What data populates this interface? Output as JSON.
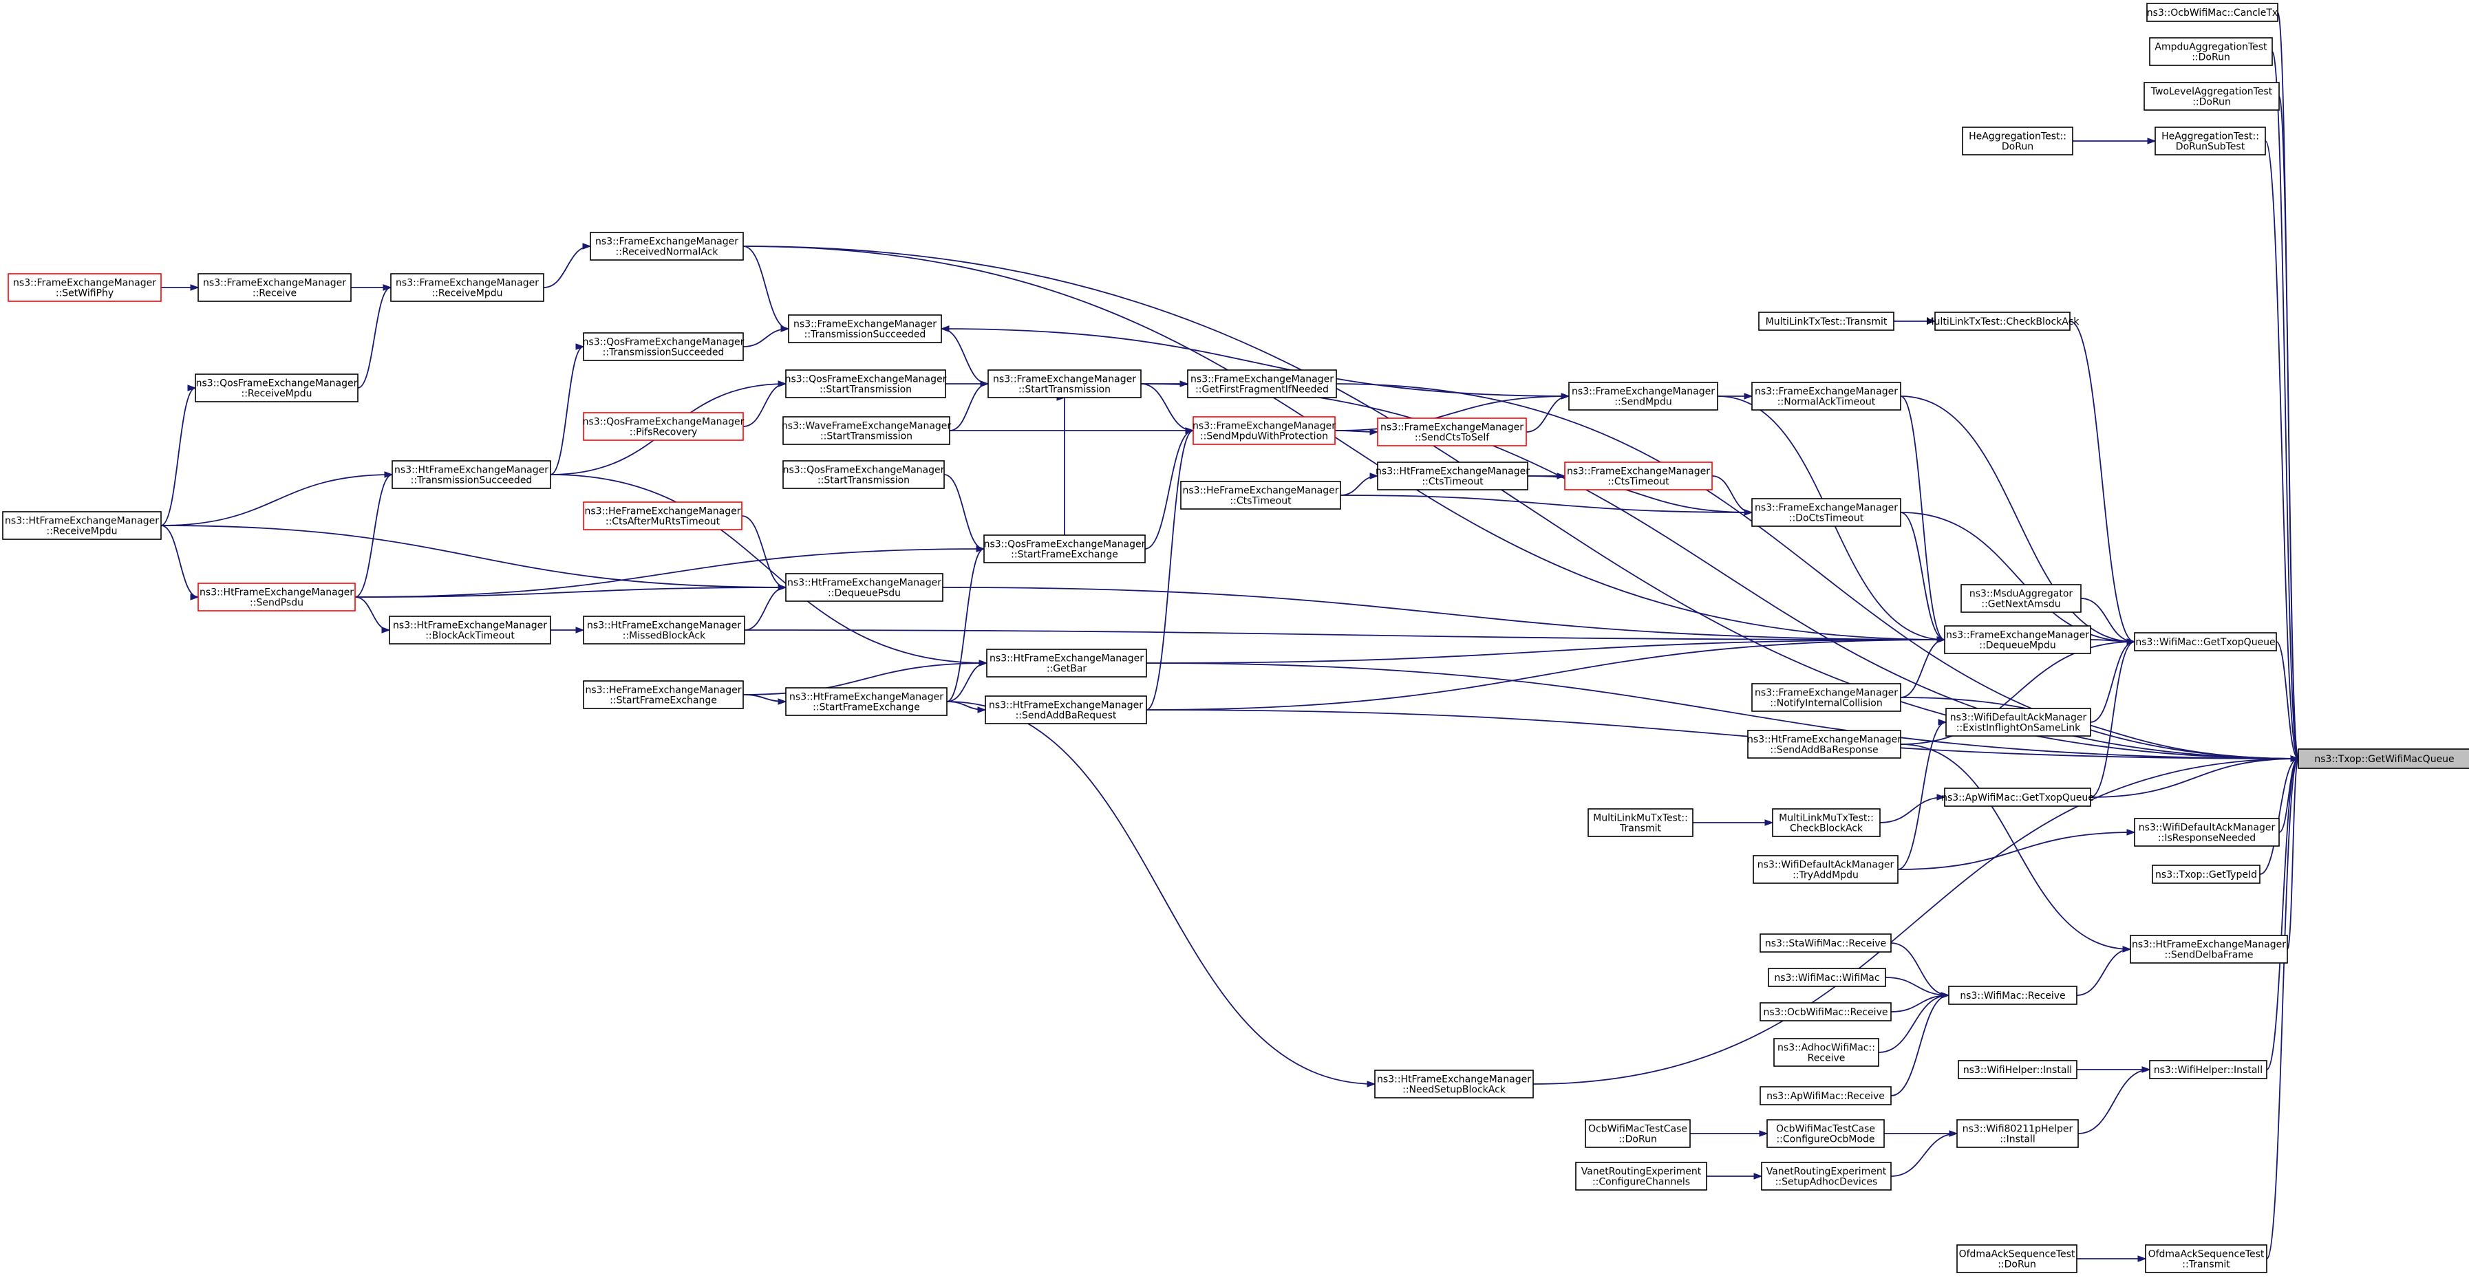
{
  "focus_node": "ns3::Txop::GetWifiMacQueue",
  "nodes": {
    "focus": [
      "ns3::Txop::GetWifiMacQueue"
    ],
    "ocb_cancletx": [
      "ns3::OcbWifiMac::CancleTx"
    ],
    "ampdu_test": [
      "AmpduAggregationTest",
      "::DoRun"
    ],
    "twolevel_test": [
      "TwoLevelAggregationTest",
      "::DoRun"
    ],
    "he_agg_dorun": [
      "HeAggregationTest::",
      "DoRun"
    ],
    "he_agg_subtest": [
      "HeAggregationTest::",
      "DoRunSubTest"
    ],
    "multilink_transmit": [
      "MultiLinkTxTest::Transmit"
    ],
    "multilink_checkba": [
      "MultiLinkTxTest::CheckBlockAck"
    ],
    "fem_setwifiphy": [
      "ns3::FrameExchangeManager",
      "::SetWifiPhy"
    ],
    "fem_receive": [
      "ns3::FrameExchangeManager",
      "::Receive"
    ],
    "fem_receivempdu": [
      "ns3::FrameExchangeManager",
      "::ReceiveMpdu"
    ],
    "fem_receivednormalack": [
      "ns3::FrameExchangeManager",
      "::ReceivedNormalAck"
    ],
    "fem_transsucceeded": [
      "ns3::FrameExchangeManager",
      "::TransmissionSucceeded"
    ],
    "qos_transsucceeded": [
      "ns3::QosFrameExchangeManager",
      "::TransmissionSucceeded"
    ],
    "qos_starttrans": [
      "ns3::QosFrameExchangeManager",
      "::StartTransmission"
    ],
    "qos_pifsrecovery": [
      "ns3::QosFrameExchangeManager",
      "::PifsRecovery"
    ],
    "qos_receivempdu": [
      "ns3::QosFrameExchangeManager",
      "::ReceiveMpdu"
    ],
    "wave_starttrans": [
      "ns3::WaveFrameExchangeManager",
      "::StartTransmission"
    ],
    "fem_starttrans": [
      "ns3::FrameExchangeManager",
      "::StartTransmission"
    ],
    "fem_getfirstfrag": [
      "ns3::FrameExchangeManager",
      "::GetFirstFragmentIfNeeded"
    ],
    "fem_sendmpduwp": [
      "ns3::FrameExchangeManager",
      "::SendMpduWithProtection"
    ],
    "fem_sendctstoself": [
      "ns3::FrameExchangeManager",
      "::SendCtsToSelf"
    ],
    "fem_sendmpdu": [
      "ns3::FrameExchangeManager",
      "::SendMpdu"
    ],
    "fem_normalacktimeout": [
      "ns3::FrameExchangeManager",
      "::NormalAckTimeout"
    ],
    "ht_receivempdu": [
      "ns3::HtFrameExchangeManager",
      "::ReceiveMpdu"
    ],
    "ht_transsucceeded": [
      "ns3::HtFrameExchangeManager",
      "::TransmissionSucceeded"
    ],
    "qos_starttrans2": [
      "ns3::QosFrameExchangeManager",
      "::StartTransmission"
    ],
    "qos_startfe": [
      "ns3::QosFrameExchangeManager",
      "::StartFrameExchange"
    ],
    "he_ctstimeout": [
      "ns3::HeFrameExchangeManager",
      "::CtsTimeout"
    ],
    "ht_ctstimeout": [
      "ns3::HtFrameExchangeManager",
      "::CtsTimeout"
    ],
    "fem_ctstimeout": [
      "ns3::FrameExchangeManager",
      "::CtsTimeout"
    ],
    "fem_docts": [
      "ns3::FrameExchangeManager",
      "::DoCtsTimeout"
    ],
    "he_ctsaftermurts": [
      "ns3::HeFrameExchangeManager",
      "::CtsAfterMuRtsTimeout"
    ],
    "ht_dequeuepsdu": [
      "ns3::HtFrameExchangeManager",
      "::DequeuePsdu"
    ],
    "ht_sendpsdu": [
      "ns3::HtFrameExchangeManager",
      "::SendPsdu"
    ],
    "ht_blockacktimeout": [
      "ns3::HtFrameExchangeManager",
      "::BlockAckTimeout"
    ],
    "ht_missedblockack": [
      "ns3::HtFrameExchangeManager",
      "::MissedBlockAck"
    ],
    "msdu_getnextamsdu": [
      "ns3::MsduAggregator",
      "::GetNextAmsdu"
    ],
    "fem_dequeuempdu": [
      "ns3::FrameExchangeManager",
      "::DequeueMpdu"
    ],
    "wifimac_gettxopqueue": [
      "ns3::WifiMac::GetTxopQueue"
    ],
    "ht_getbar": [
      "ns3::HtFrameExchangeManager",
      "::GetBar"
    ],
    "he_startfe": [
      "ns3::HeFrameExchangeManager",
      "::StartFrameExchange"
    ],
    "ht_startfe": [
      "ns3::HtFrameExchangeManager",
      "::StartFrameExchange"
    ],
    "ht_sendaddbareq": [
      "ns3::HtFrameExchangeManager",
      "::SendAddBaRequest"
    ],
    "fem_notifyinternal": [
      "ns3::FrameExchangeManager",
      "::NotifyInternalCollision"
    ],
    "ht_sendaddbaresp": [
      "ns3::HtFrameExchangeManager",
      "::SendAddBaResponse"
    ],
    "defack_existinflight": [
      "ns3::WifiDefaultAckManager",
      "::ExistInflightOnSameLink"
    ],
    "apwifimac_gettxopqueue": [
      "ns3::ApWifiMac::GetTxopQueue"
    ],
    "mlmu_transmit": [
      "MultiLinkMuTxTest::",
      "Transmit"
    ],
    "mlmu_checkba": [
      "MultiLinkMuTxTest::",
      "CheckBlockAck"
    ],
    "defack_tryaddmpdu": [
      "ns3::WifiDefaultAckManager",
      "::TryAddMpdu"
    ],
    "defack_isresponseneeded": [
      "ns3::WifiDefaultAckManager",
      "::IsResponseNeeded"
    ],
    "txop_gettypeid": [
      "ns3::Txop::GetTypeId"
    ],
    "ht_senddelbaframe": [
      "ns3::HtFrameExchangeManager",
      "::SendDelbaFrame"
    ],
    "sta_receive": [
      "ns3::StaWifiMac::Receive"
    ],
    "wifimac_wifimac": [
      "ns3::WifiMac::WifiMac"
    ],
    "ocb_receive": [
      "ns3::OcbWifiMac::Receive"
    ],
    "adhoc_receive": [
      "ns3::AdhocWifiMac::",
      "Receive"
    ],
    "ap_receive": [
      "ns3::ApWifiMac::Receive"
    ],
    "wifimac_receive": [
      "ns3::WifiMac::Receive"
    ],
    "wifihelper_install_a": [
      "ns3::WifiHelper::Install"
    ],
    "wifihelper_install_b": [
      "ns3::WifiHelper::Install"
    ],
    "ht_needsetupba": [
      "ns3::HtFrameExchangeManager",
      "::NeedSetupBlockAck"
    ],
    "ocb_test_dorun": [
      "OcbWifiMacTestCase",
      "::DoRun"
    ],
    "ocb_test_config": [
      "OcbWifiMacTestCase",
      "::ConfigureOcbMode"
    ],
    "wifi80211p_install": [
      "ns3::Wifi80211pHelper",
      "::Install"
    ],
    "vanet_configch": [
      "VanetRoutingExperiment",
      "::ConfigureChannels"
    ],
    "vanet_setupadhoc": [
      "VanetRoutingExperiment",
      "::SetupAdhocDevices"
    ],
    "ofdma_dorun": [
      "OfdmaAckSequenceTest",
      "::DoRun"
    ],
    "ofdma_transmit": [
      "OfdmaAckSequenceTest",
      "::Transmit"
    ]
  }
}
